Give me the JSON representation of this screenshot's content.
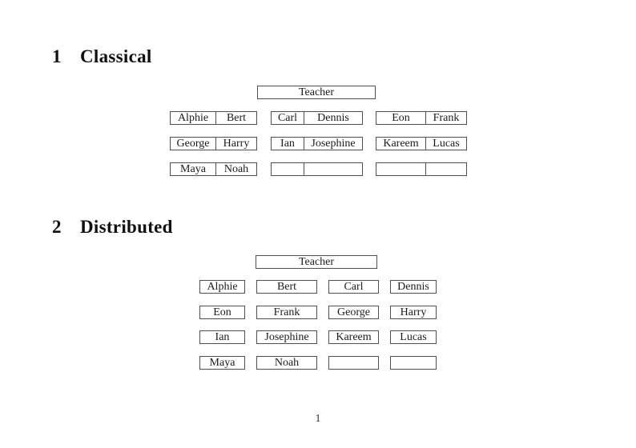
{
  "document": {
    "footer_page_number": "1"
  },
  "classical": {
    "heading_number": "1",
    "heading_title": "Classical",
    "teacher_label": "Teacher",
    "desk_rows": [
      [
        [
          "Alphie",
          "Bert"
        ],
        [
          "Carl",
          "Dennis"
        ],
        [
          "Eon",
          "Frank"
        ]
      ],
      [
        [
          "George",
          "Harry"
        ],
        [
          "Ian",
          "Josephine"
        ],
        [
          "Kareem",
          "Lucas"
        ]
      ],
      [
        [
          "Maya",
          "Noah"
        ],
        [
          "",
          ""
        ],
        [
          "",
          ""
        ]
      ]
    ]
  },
  "distributed": {
    "heading_number": "2",
    "heading_title": "Distributed",
    "teacher_label": "Teacher",
    "desk_rows": [
      [
        "Alphie",
        "Bert",
        "Carl",
        "Dennis"
      ],
      [
        "Eon",
        "Frank",
        "George",
        "Harry"
      ],
      [
        "Ian",
        "Josephine",
        "Kareem",
        "Lucas"
      ],
      [
        "Maya",
        "Noah",
        "",
        ""
      ]
    ]
  }
}
